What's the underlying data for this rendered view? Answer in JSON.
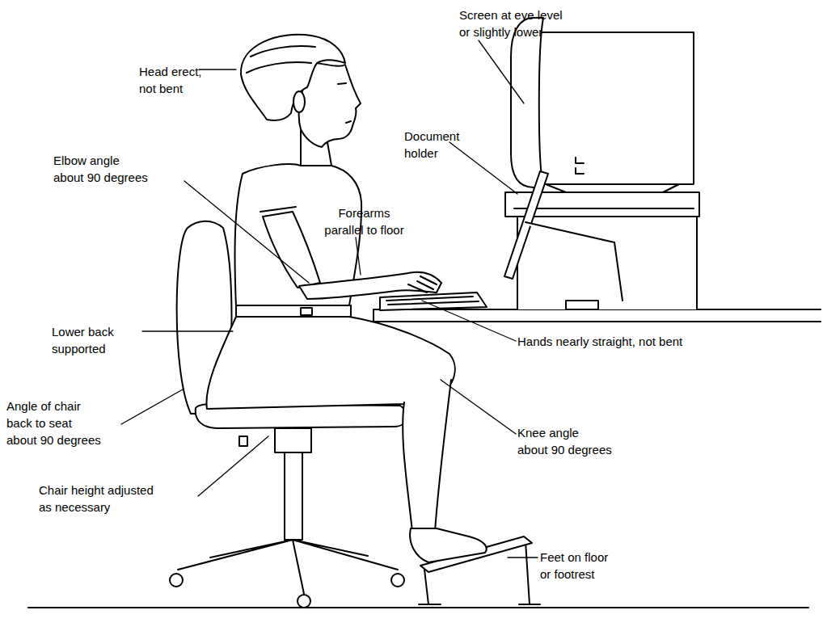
{
  "diagram": {
    "labels": [
      "Screen at eye level or slightly lower",
      "Head erect, not bent",
      "Document holder",
      "Elbow angle about 90 degrees",
      "Forearms parallel to floor",
      "Lower back supported",
      "Hands nearly straight, not bent",
      "Angle of chair back to seat about 90 degrees",
      "Knee angle about 90 degrees",
      "Chair height adjusted as necessary",
      "Feet on floor or footrest"
    ]
  }
}
